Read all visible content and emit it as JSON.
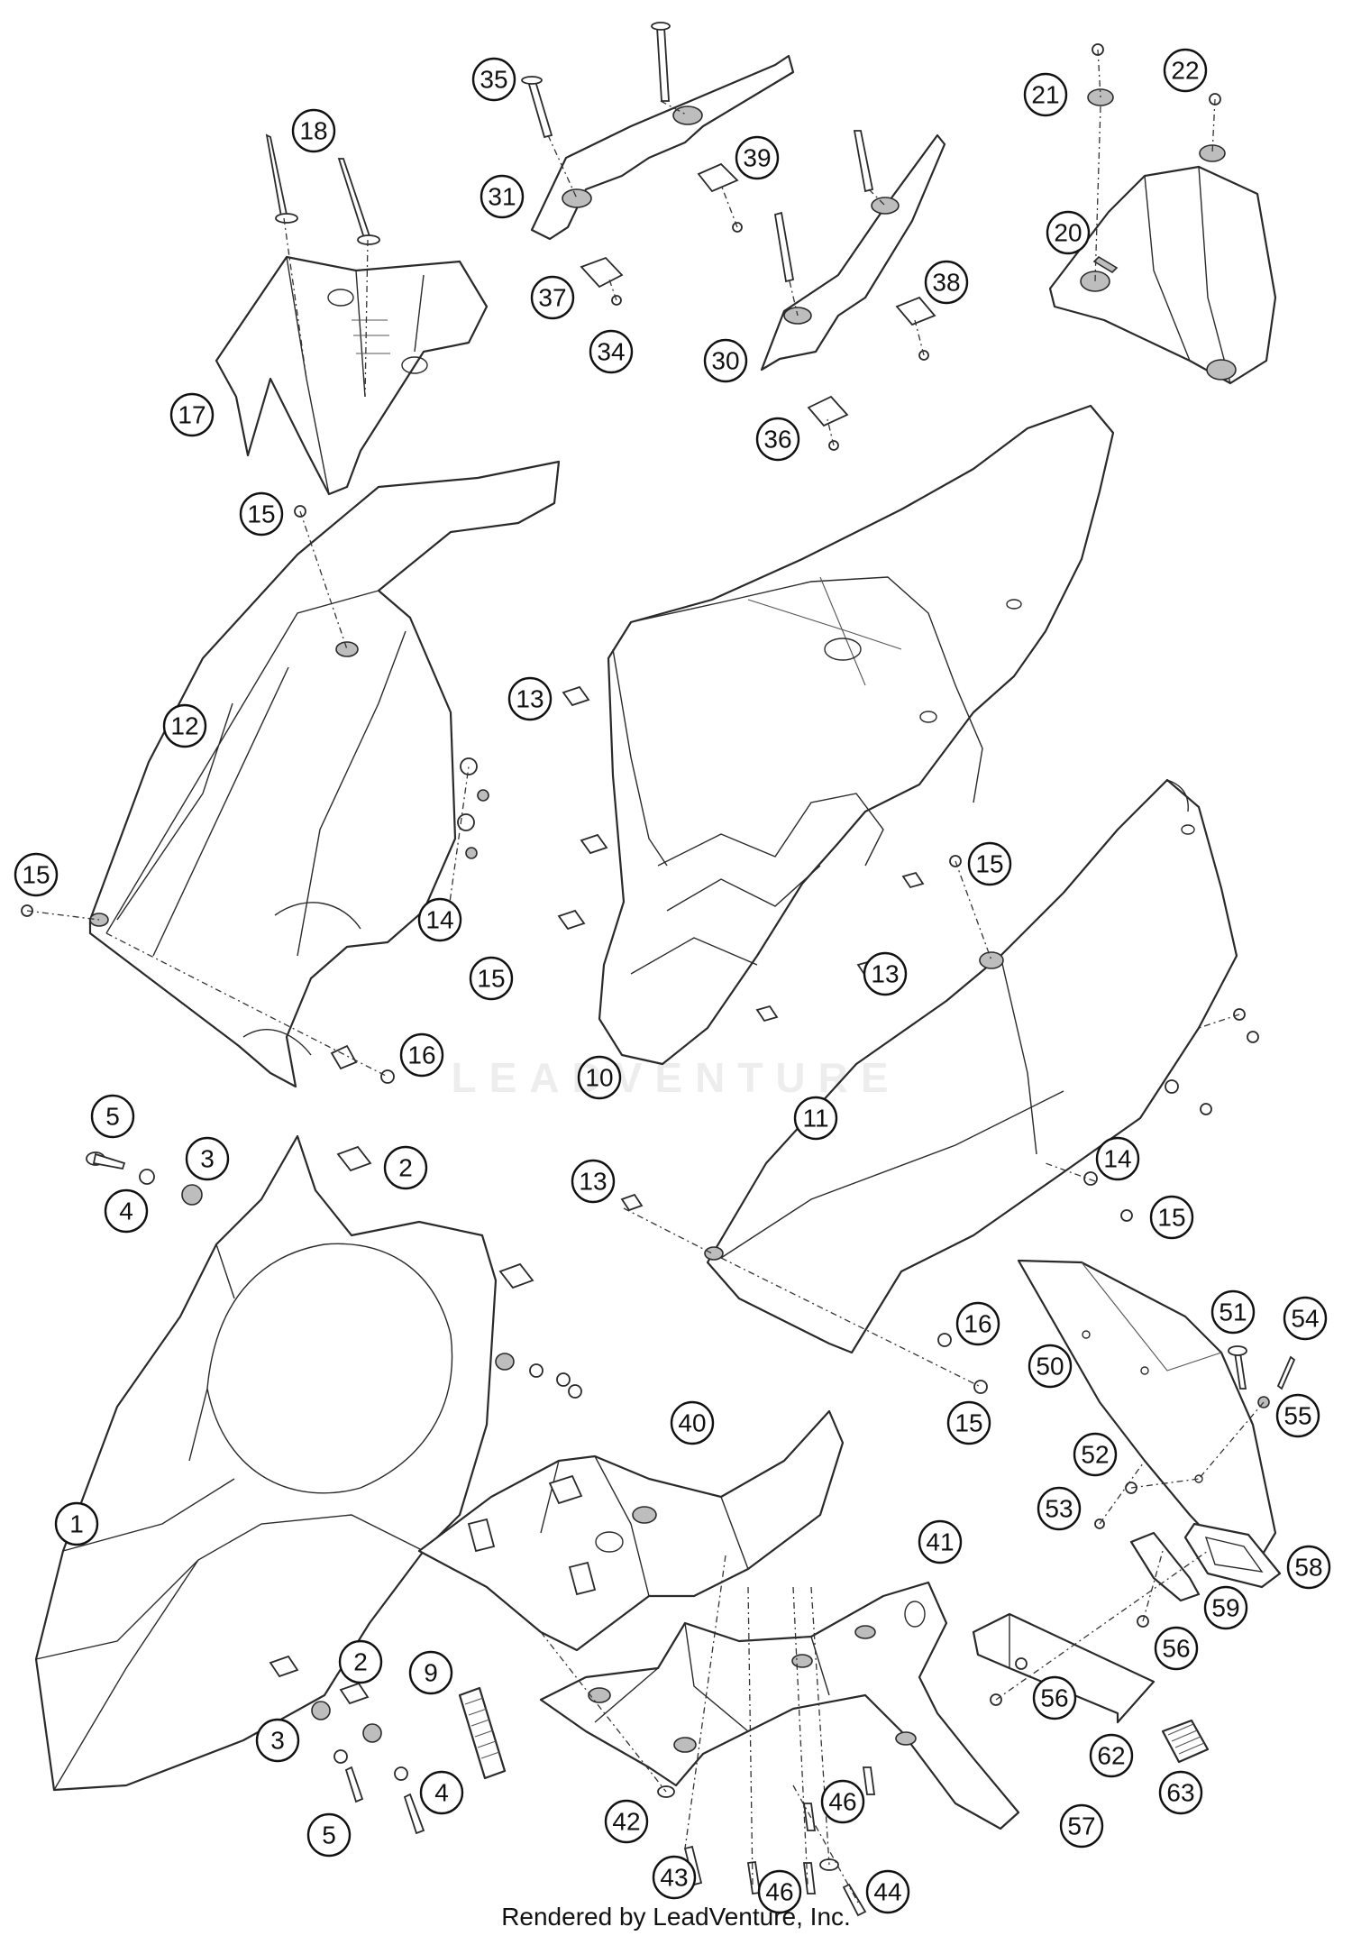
{
  "diagram": {
    "watermark": "LEADVENTURE",
    "credit": "Rendered by LeadVenture, Inc.",
    "callouts": [
      {
        "id": "c1",
        "label": "1"
      },
      {
        "id": "c2a",
        "label": "2"
      },
      {
        "id": "c2b",
        "label": "2"
      },
      {
        "id": "c3a",
        "label": "3"
      },
      {
        "id": "c3b",
        "label": "3"
      },
      {
        "id": "c4a",
        "label": "4"
      },
      {
        "id": "c4b",
        "label": "4"
      },
      {
        "id": "c5a",
        "label": "5"
      },
      {
        "id": "c5b",
        "label": "5"
      },
      {
        "id": "c9",
        "label": "9"
      },
      {
        "id": "c10",
        "label": "10"
      },
      {
        "id": "c11",
        "label": "11"
      },
      {
        "id": "c12",
        "label": "12"
      },
      {
        "id": "c13a",
        "label": "13"
      },
      {
        "id": "c13b",
        "label": "13"
      },
      {
        "id": "c13c",
        "label": "13"
      },
      {
        "id": "c14a",
        "label": "14"
      },
      {
        "id": "c14b",
        "label": "14"
      },
      {
        "id": "c15a",
        "label": "15"
      },
      {
        "id": "c15b",
        "label": "15"
      },
      {
        "id": "c15c",
        "label": "15"
      },
      {
        "id": "c15d",
        "label": "15"
      },
      {
        "id": "c15e",
        "label": "15"
      },
      {
        "id": "c15f",
        "label": "15"
      },
      {
        "id": "c16a",
        "label": "16"
      },
      {
        "id": "c16b",
        "label": "16"
      },
      {
        "id": "c17",
        "label": "17"
      },
      {
        "id": "c18",
        "label": "18"
      },
      {
        "id": "c20",
        "label": "20"
      },
      {
        "id": "c21",
        "label": "21"
      },
      {
        "id": "c22",
        "label": "22"
      },
      {
        "id": "c30",
        "label": "30"
      },
      {
        "id": "c31",
        "label": "31"
      },
      {
        "id": "c34",
        "label": "34"
      },
      {
        "id": "c35",
        "label": "35"
      },
      {
        "id": "c36",
        "label": "36"
      },
      {
        "id": "c37",
        "label": "37"
      },
      {
        "id": "c38",
        "label": "38"
      },
      {
        "id": "c39",
        "label": "39"
      },
      {
        "id": "c40",
        "label": "40"
      },
      {
        "id": "c41",
        "label": "41"
      },
      {
        "id": "c42",
        "label": "42"
      },
      {
        "id": "c43",
        "label": "43"
      },
      {
        "id": "c44",
        "label": "44"
      },
      {
        "id": "c46a",
        "label": "46"
      },
      {
        "id": "c46b",
        "label": "46"
      },
      {
        "id": "c50",
        "label": "50"
      },
      {
        "id": "c51",
        "label": "51"
      },
      {
        "id": "c52",
        "label": "52"
      },
      {
        "id": "c53",
        "label": "53"
      },
      {
        "id": "c54",
        "label": "54"
      },
      {
        "id": "c55",
        "label": "55"
      },
      {
        "id": "c56a",
        "label": "56"
      },
      {
        "id": "c56b",
        "label": "56"
      },
      {
        "id": "c57",
        "label": "57"
      },
      {
        "id": "c58",
        "label": "58"
      },
      {
        "id": "c59",
        "label": "59"
      },
      {
        "id": "c62",
        "label": "62"
      },
      {
        "id": "c63",
        "label": "63"
      }
    ]
  }
}
